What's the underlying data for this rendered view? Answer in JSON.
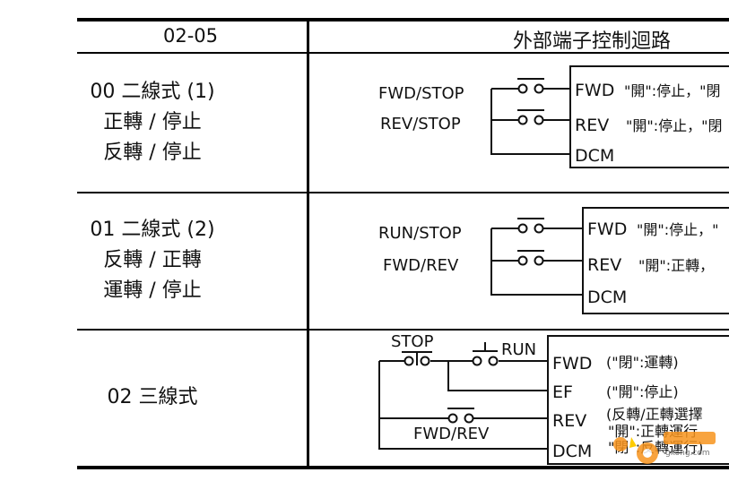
{
  "header": {
    "param": "02-05",
    "circuit": "外部端子控制迴路"
  },
  "rows": [
    {
      "mode": "00 二線式 (1)",
      "line2": "正轉 / 停止",
      "line3": "反轉 / 停止",
      "switch1": "FWD/STOP",
      "switch2": "REV/STOP",
      "terminals": [
        "FWD",
        "REV",
        "DCM"
      ],
      "notes": [
        "\"開\":停止，\"閉",
        "\"開\":停止，\"閉"
      ]
    },
    {
      "mode": "01 二線式 (2)",
      "line2": "反轉 / 正轉",
      "line3": "運轉 / 停止",
      "switch1": "RUN/STOP",
      "switch2": "FWD/REV",
      "terminals": [
        "FWD",
        "REV",
        "DCM"
      ],
      "notes": [
        "\"開\":停止，\"",
        "\"開\":正轉，"
      ]
    },
    {
      "mode": "02 三線式",
      "switch_stop": "STOP",
      "switch_run": "RUN",
      "switch_fwdrev": "FWD/REV",
      "terminals": [
        "FWD",
        "EF",
        "REV",
        "DCM"
      ],
      "notes": [
        "(\"閉\":運轉)",
        "(\"開\":停止)",
        "(反轉/正轉選擇",
        "\"開\":正轉運行",
        "\"閉\":反轉運行)"
      ]
    }
  ],
  "watermark": {
    "text": "gkong.com",
    "accent": "#f7941d"
  }
}
